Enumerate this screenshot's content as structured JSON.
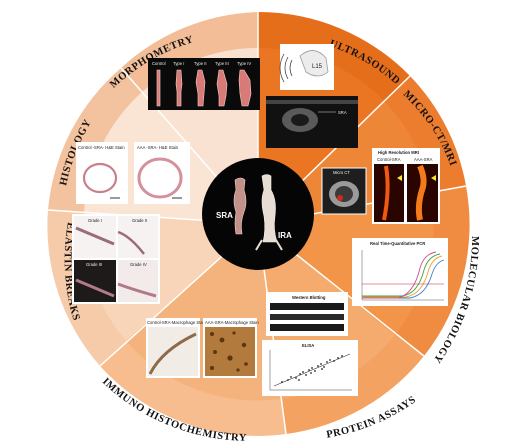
{
  "segments": {
    "morphometry": {
      "label": "MORPHOMETRY",
      "panel_labels": [
        "Control",
        "Type I",
        "Type II",
        "Type III",
        "Type IV"
      ]
    },
    "ultrasound": {
      "label": "ULTRASOUND",
      "probe_text": "L15",
      "scan_label": "SRA"
    },
    "micro_ct_mri": {
      "label": "MICRO-CT/MRI",
      "micro_ct_label": "Micro CT",
      "mri_title": "High Resolution MRI",
      "mri_left": "Control-SRA",
      "mri_right": "AAA-SRA"
    },
    "molecular_biology": {
      "label": "MOLECULAR BIOLOGY",
      "pcr_title": "Real Time-Quantitative PCR"
    },
    "protein_assays": {
      "label": "PROTEIN ASSAYS",
      "western_title": "Western Blotting",
      "elisa_title": "ELISA"
    },
    "immuno_histochemistry": {
      "label": "IMMUNO HISTOCHEMISTRY",
      "left_title": "Control-SRA-Macrophage Stain",
      "right_title": "AAA-SRA-Macrophage Stain"
    },
    "elastin_breaks": {
      "label": "ELASTIN BREAKS",
      "grades": [
        "Grade I",
        "Grade II",
        "Grade III",
        "Grade IV"
      ]
    },
    "histology": {
      "label": "HISTOLOGY",
      "left_title": "Control -SRA- H&E Stain",
      "right_title": "AAA -SRA- H&E Stain"
    }
  },
  "hub": {
    "left_label": "SRA",
    "right_label": "IRA"
  },
  "colors": {
    "tan_dark": "#f0b48a",
    "tan_mid": "#f6ccab",
    "tan_light": "#f9ddc8",
    "peach": "#fbe6d7",
    "orange": "#ee8235",
    "orange_dark": "#e36d1d",
    "hub": "#050505"
  }
}
